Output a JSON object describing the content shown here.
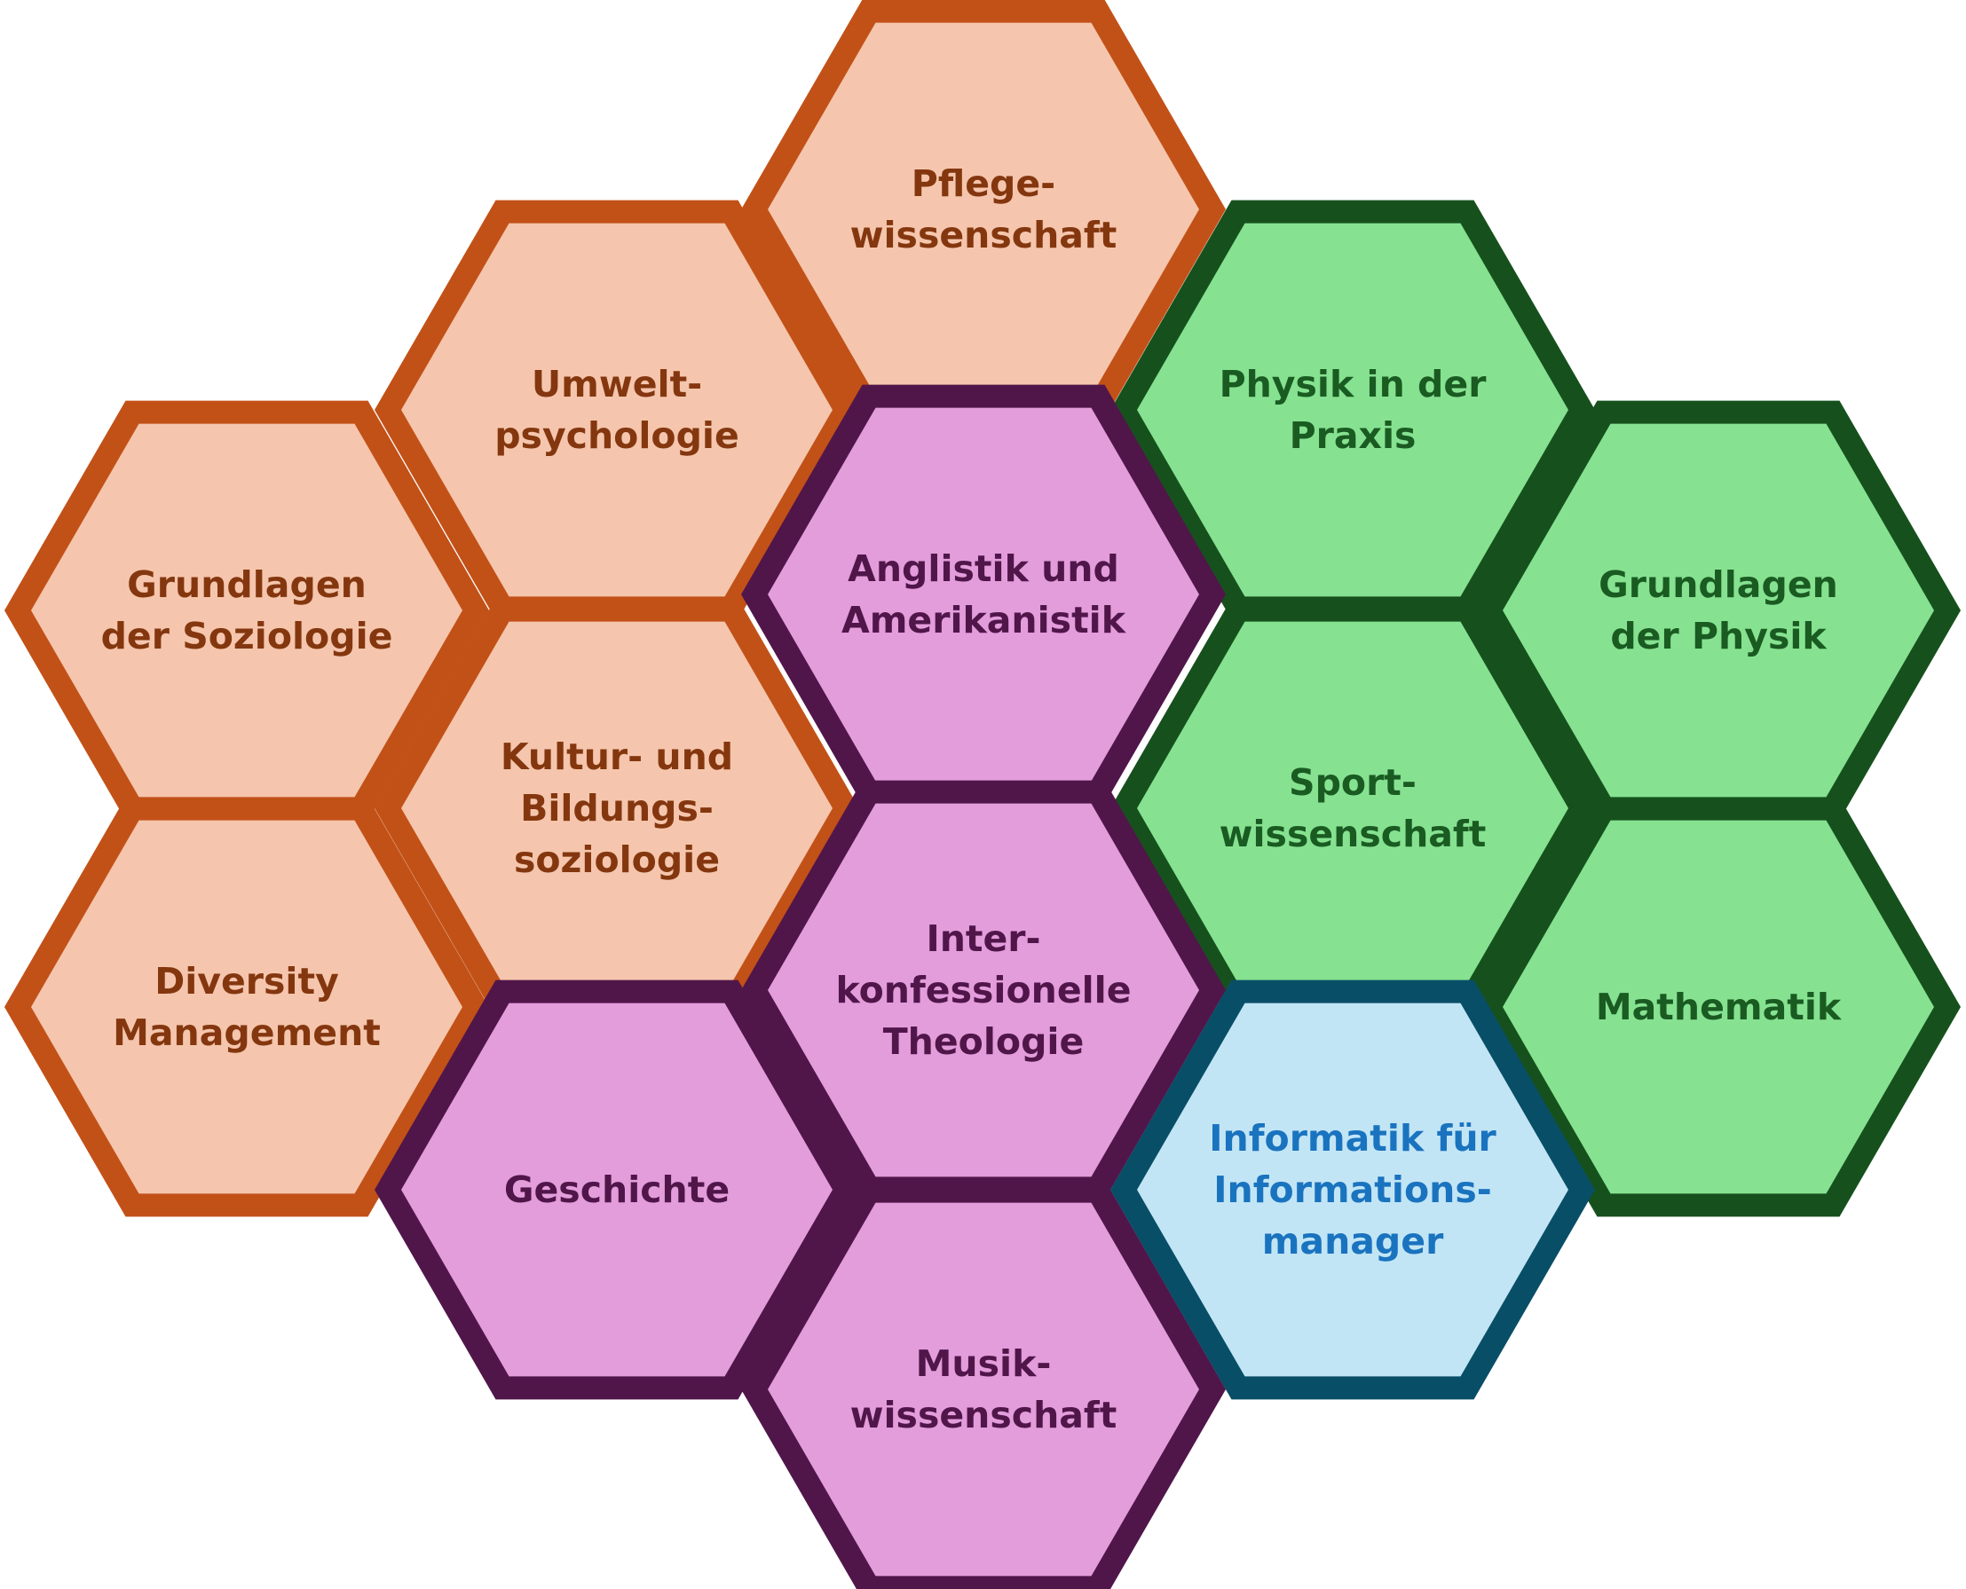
{
  "groups": {
    "social": {
      "fill": "#F5C6AD",
      "stroke": "#C25118",
      "text": "#84370F"
    },
    "humanities": {
      "fill": "#E39DDB",
      "stroke": "#50164A",
      "text": "#50164A"
    },
    "science": {
      "fill": "#86E291",
      "stroke": "#16511D",
      "text": "#1A5B22"
    },
    "informatics": {
      "fill": "#C2E5F5",
      "stroke": "#094E67",
      "text": "#1A73BF"
    }
  },
  "hexagons": [
    {
      "id": "pflegewissenschaft",
      "group": "social",
      "lines": [
        "Pflege-",
        "wissenschaft"
      ]
    },
    {
      "id": "umweltpsychologie",
      "group": "social",
      "lines": [
        "Umwelt-",
        "psychologie"
      ]
    },
    {
      "id": "grundlagen-soziologie",
      "group": "social",
      "lines": [
        "Grundlagen",
        "der Soziologie"
      ]
    },
    {
      "id": "kultur-bildungssoziologie",
      "group": "social",
      "lines": [
        "Kultur- und",
        "Bildungs-",
        "soziologie"
      ]
    },
    {
      "id": "diversity-management",
      "group": "social",
      "lines": [
        "Diversity",
        "Management"
      ]
    },
    {
      "id": "anglistik-amerikanistik",
      "group": "humanities",
      "lines": [
        "Anglistik und",
        "Amerikanistik"
      ]
    },
    {
      "id": "interkonfessionelle-theologie",
      "group": "humanities",
      "lines": [
        "Inter-",
        "konfessionelle",
        "Theologie"
      ]
    },
    {
      "id": "geschichte",
      "group": "humanities",
      "lines": [
        "Geschichte"
      ]
    },
    {
      "id": "musikwissenschaft",
      "group": "humanities",
      "lines": [
        "Musik-",
        "wissenschaft"
      ]
    },
    {
      "id": "physik-praxis",
      "group": "science",
      "lines": [
        "Physik in der",
        "Praxis"
      ]
    },
    {
      "id": "grundlagen-physik",
      "group": "science",
      "lines": [
        "Grundlagen",
        "der Physik"
      ]
    },
    {
      "id": "sportwissenschaft",
      "group": "science",
      "lines": [
        "Sport-",
        "wissenschaft"
      ]
    },
    {
      "id": "mathematik",
      "group": "science",
      "lines": [
        "Mathematik"
      ]
    },
    {
      "id": "informatik-informationsmanager",
      "group": "informatics",
      "lines": [
        "Informatik für",
        "Informations-",
        "manager"
      ]
    }
  ]
}
